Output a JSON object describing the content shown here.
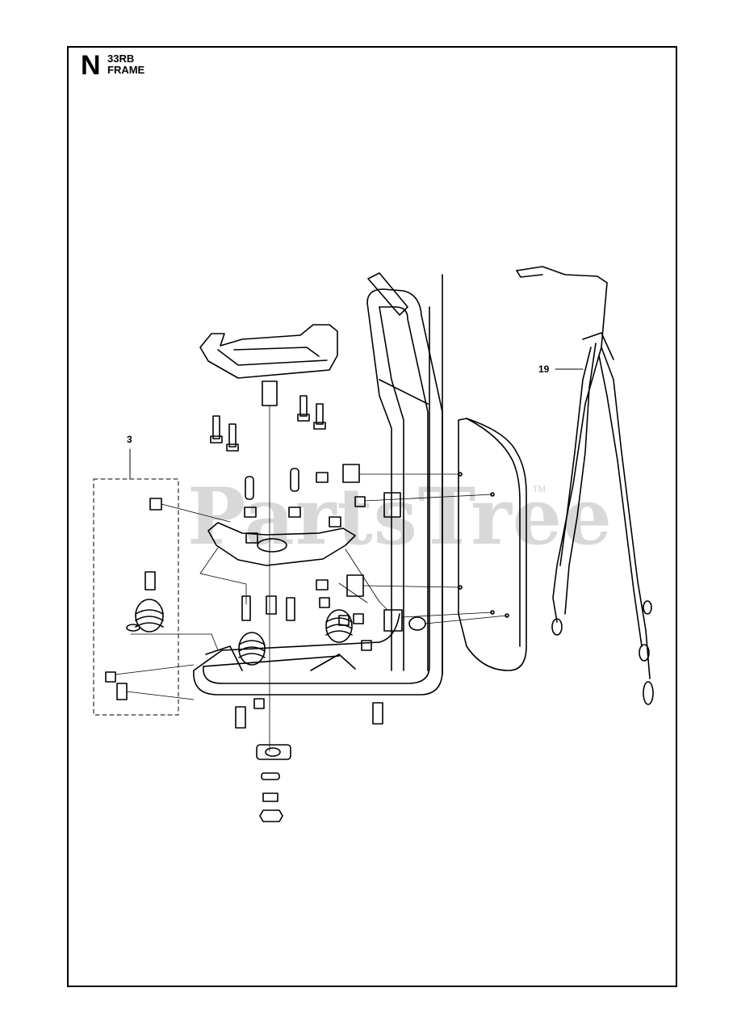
{
  "header": {
    "section_letter": "N",
    "model": "33RB",
    "title": "FRAME"
  },
  "callouts": [
    {
      "id": "callout-3",
      "label": "3"
    },
    {
      "id": "callout-19",
      "label": "19"
    }
  ],
  "watermark": {
    "text": "PartsTree",
    "trademark": "TM",
    "color": "#d8d8d8"
  },
  "colors": {
    "line": "#000000",
    "background": "#ffffff"
  }
}
